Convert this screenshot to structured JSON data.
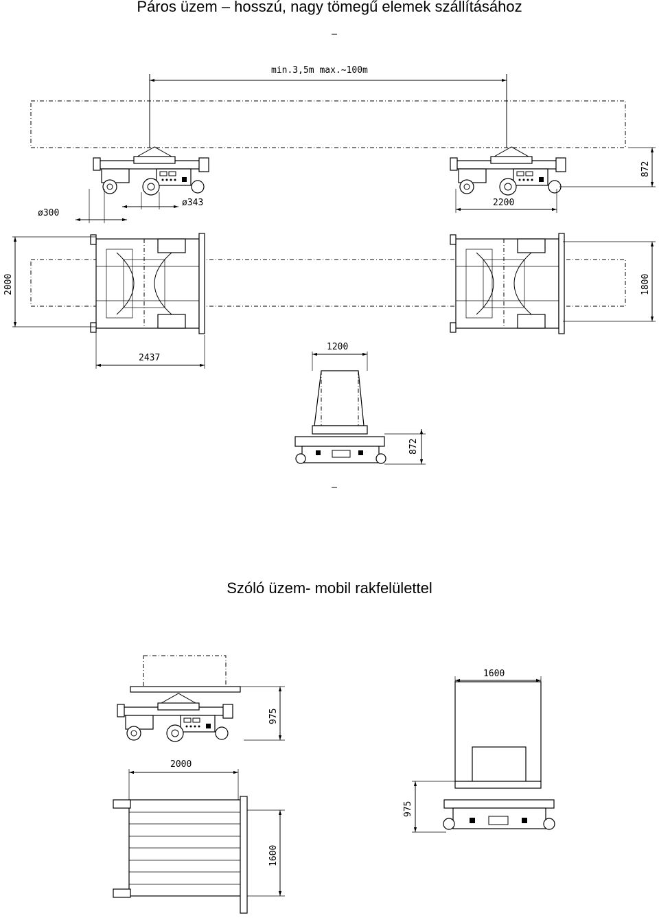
{
  "titles": {
    "paired": "Páros üzem – hosszú, nagy tömegű elemek szállításához",
    "solo": "Szóló üzem- mobil rakfelülettel"
  },
  "dimensions": {
    "span": "min.3,5m  max.~100m",
    "height_top": "872",
    "dia_300": "ø300",
    "dia_343": "ø343",
    "len_2200": "2200",
    "width_2000": "2000",
    "len_2437": "2437",
    "width_1800": "1800",
    "width_1200": "1200",
    "height_872_b": "872",
    "height_975_a": "975",
    "len_2000": "2000",
    "width_1600_a": "1600",
    "width_1600_b": "1600",
    "height_975_b": "975"
  }
}
